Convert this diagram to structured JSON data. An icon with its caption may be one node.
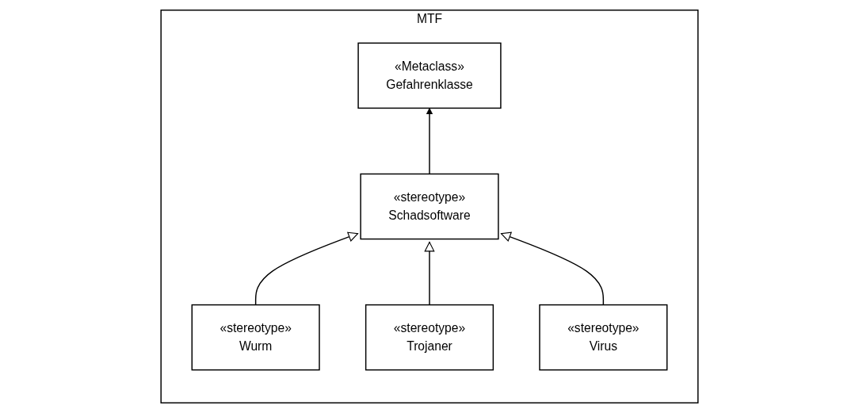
{
  "diagram": {
    "nodes": [
      {
        "text": [
          "MTF"
        ]
      },
      {
        "text": [
          "«Metaclass»",
          "Gefahrenklasse"
        ],
        "in": 0
      },
      {
        "text": [
          "«stereotype»",
          "Schadsoftware"
        ],
        "in": 0
      },
      {
        "text": [
          "«stereotype»",
          "Wurm"
        ],
        "in": 0
      },
      {
        "text": [
          "«stereotype»",
          "Trojaner"
        ],
        "in": 0
      },
      {
        "text": [
          "«stereotype»",
          "Virus"
        ],
        "in": 0
      }
    ],
    "edges": [
      {
        "from": 2,
        "to": 1,
        "arrow": "to"
      },
      {
        "from": 3,
        "to": 2,
        "arrow": "to"
      },
      {
        "from": 4,
        "to": 2,
        "arrow": "to"
      },
      {
        "from": 5,
        "to": 2,
        "arrow": "to"
      }
    ]
  }
}
